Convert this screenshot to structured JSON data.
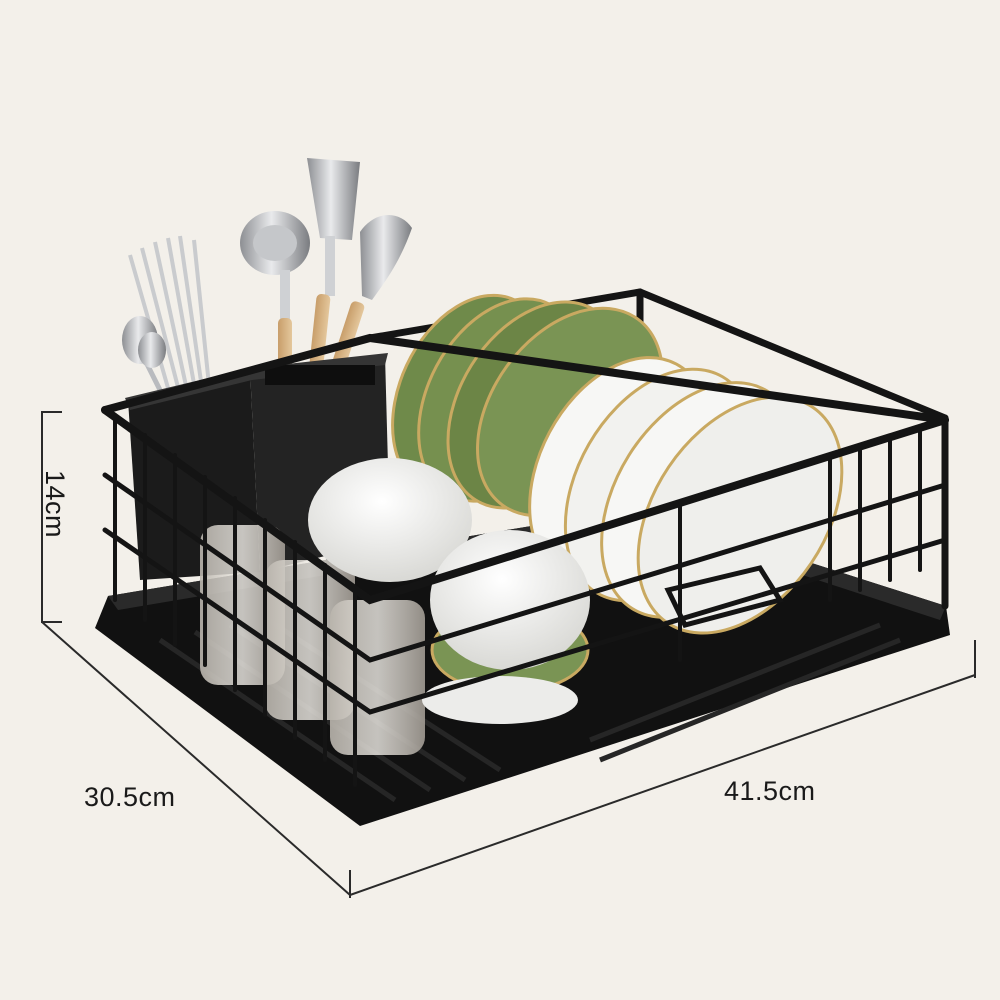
{
  "dimensions": {
    "height": "14cm",
    "depth": "30.5cm",
    "width": "41.5cm"
  },
  "colors": {
    "background": "#f3f0ea",
    "rack_metal": "#141414",
    "tray": "#111111",
    "plate_green": "#6f8a4a",
    "plate_white": "#f7f7f5",
    "gold_rim": "#c9a961",
    "dimension_line": "#2a2a2a"
  }
}
